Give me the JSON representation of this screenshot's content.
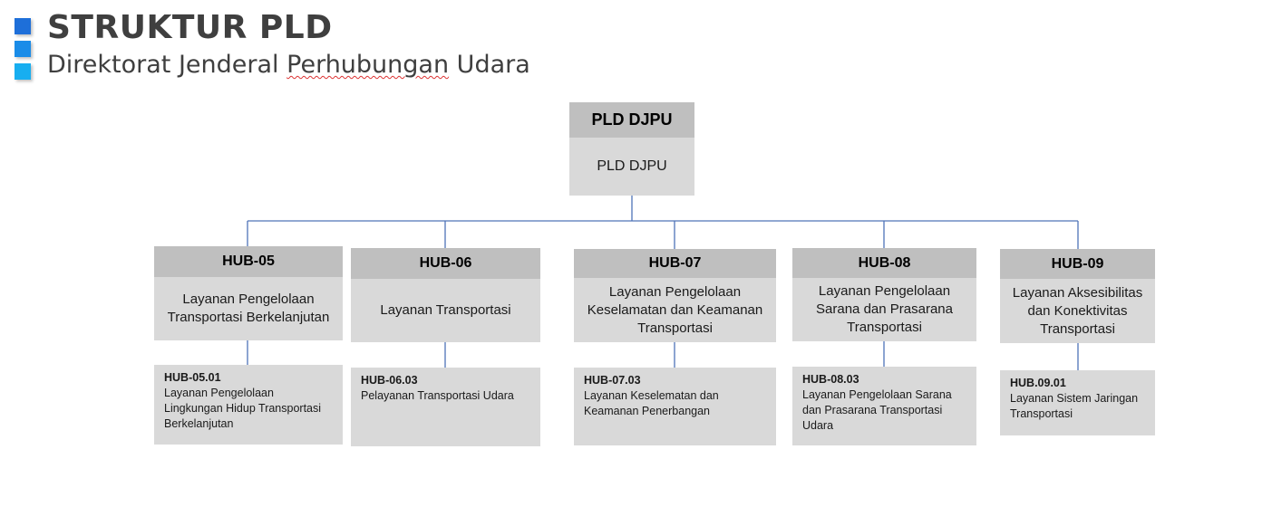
{
  "header": {
    "title": "STRUKTUR PLD",
    "subtitle_before": "Direktorat Jenderal ",
    "subtitle_marked": "Perhubungan",
    "subtitle_after": " Udara",
    "bullet_colors": [
      "#1e6fd9",
      "#1a8ce8",
      "#17aef0"
    ]
  },
  "colors": {
    "connector": "#4f74b8",
    "box_fill": "#d9d9d9",
    "box_header": "#bfbfbf"
  },
  "root": {
    "header": "PLD DJPU",
    "body": "PLD DJPU"
  },
  "hubs": [
    {
      "code": "HUB-05",
      "name": "Layanan Pengelolaan Transportasi Berkelanjutan",
      "sub": {
        "code": "HUB-05.01",
        "name": "Layanan Pengelolaan Lingkungan Hidup Transportasi Berkelanjutan"
      }
    },
    {
      "code": "HUB-06",
      "name": "Layanan Transportasi",
      "sub": {
        "code": "HUB-06.03",
        "name": "Pelayanan Transportasi Udara"
      }
    },
    {
      "code": "HUB-07",
      "name": "Layanan Pengelolaan Keselamatan dan Keamanan Transportasi",
      "sub": {
        "code": "HUB-07.03",
        "name": "Layanan Keselematan dan Keamanan Penerbangan"
      }
    },
    {
      "code": "HUB-08",
      "name": "Layanan Pengelolaan Sarana dan Prasarana Transportasi",
      "sub": {
        "code": "HUB-08.03",
        "name": "Layanan Pengelolaan Sarana dan Prasarana Transportasi Udara"
      }
    },
    {
      "code": "HUB-09",
      "name": "Layanan Aksesibilitas dan Konektivitas Transportasi",
      "sub": {
        "code": "HUB.09.01",
        "name": "Layanan Sistem Jaringan Transportasi"
      }
    }
  ]
}
